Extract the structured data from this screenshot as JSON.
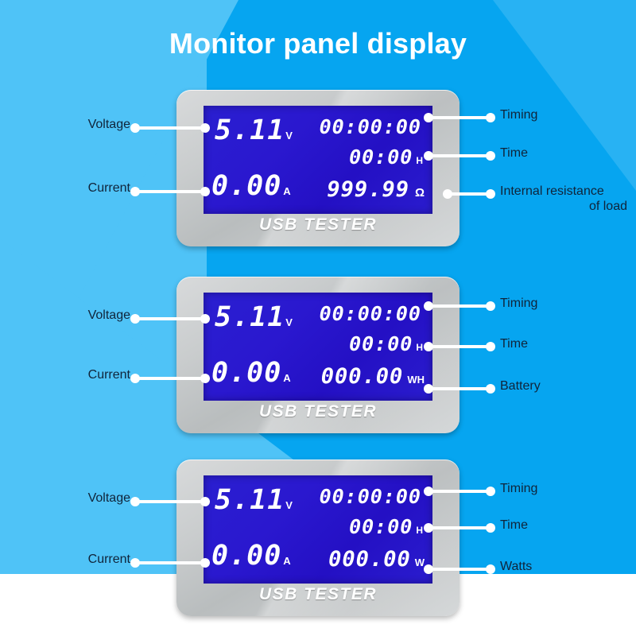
{
  "page": {
    "title": "Monitor panel display",
    "bg_light": "#4fc3f7",
    "bg_dark": "#06a5f0",
    "label_color": "#10243a",
    "lcd_color": "#2a18cf"
  },
  "devices": [
    {
      "brand": "USB TESTER",
      "readouts": {
        "voltage": "5.11",
        "voltage_unit": "V",
        "current": "0.00",
        "current_unit": "A",
        "timing": "00:00:00",
        "time": "00:00",
        "time_unit": "H",
        "third": "999.99",
        "third_unit": "Ω"
      },
      "labels_left": [
        {
          "text": "Voltage"
        },
        {
          "text": "Current"
        }
      ],
      "labels_right": [
        {
          "text": "Timing",
          "text2": ""
        },
        {
          "text": "Time",
          "text2": ""
        },
        {
          "text": "Internal resistance",
          "text2": "of load"
        }
      ]
    },
    {
      "brand": "USB TESTER",
      "readouts": {
        "voltage": "5.11",
        "voltage_unit": "V",
        "current": "0.00",
        "current_unit": "A",
        "timing": "00:00:00",
        "time": "00:00",
        "time_unit": "H",
        "third": "000.00",
        "third_unit": "WH"
      },
      "labels_left": [
        {
          "text": "Voltage"
        },
        {
          "text": "Current"
        }
      ],
      "labels_right": [
        {
          "text": "Timing",
          "text2": ""
        },
        {
          "text": "Time",
          "text2": ""
        },
        {
          "text": "Battery",
          "text2": ""
        }
      ]
    },
    {
      "brand": "USB TESTER",
      "readouts": {
        "voltage": "5.11",
        "voltage_unit": "V",
        "current": "0.00",
        "current_unit": "A",
        "timing": "00:00:00",
        "time": "00:00",
        "time_unit": "H",
        "third": "000.00",
        "third_unit": "W"
      },
      "labels_left": [
        {
          "text": "Voltage"
        },
        {
          "text": "Current"
        }
      ],
      "labels_right": [
        {
          "text": "Timing",
          "text2": ""
        },
        {
          "text": "Time",
          "text2": ""
        },
        {
          "text": "Watts",
          "text2": ""
        }
      ]
    }
  ]
}
